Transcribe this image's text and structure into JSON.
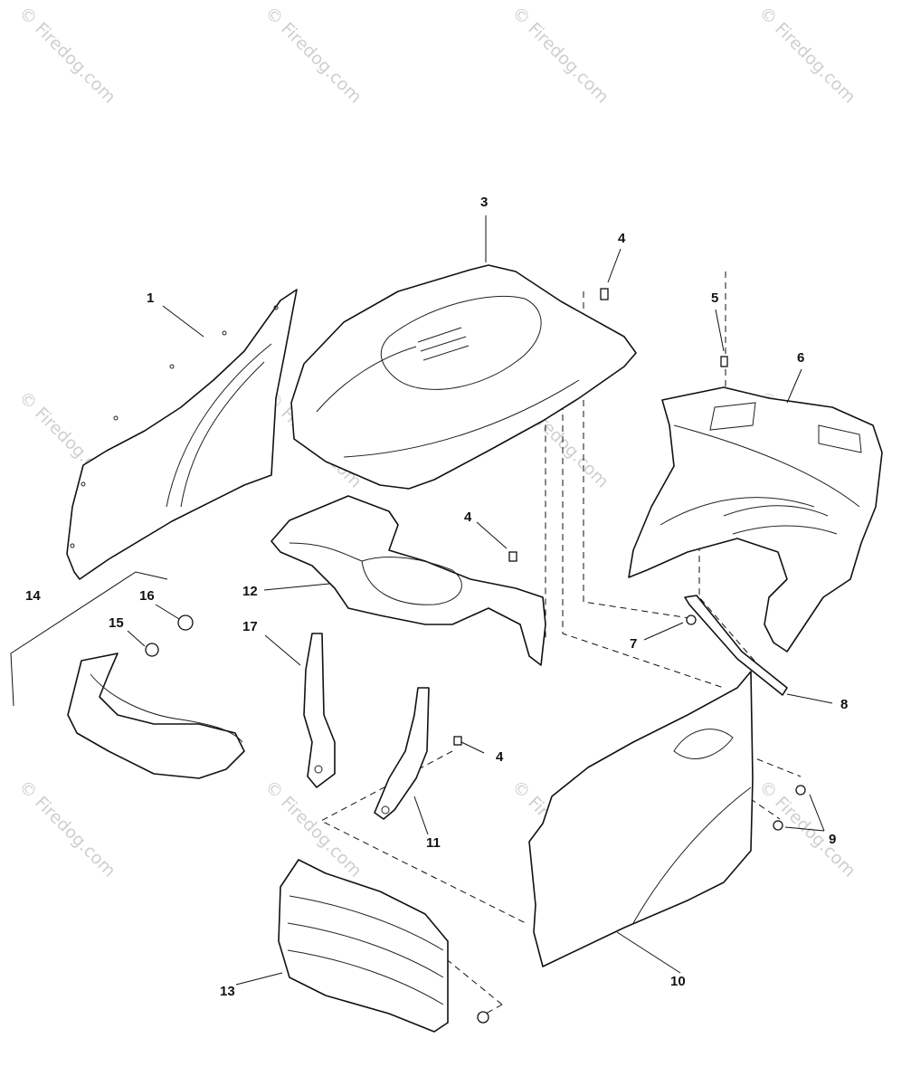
{
  "watermark": {
    "text": "© Firedog.com"
  },
  "callouts": {
    "c1": "1",
    "c3": "3",
    "c4a": "4",
    "c4b": "4",
    "c4c": "4",
    "c5": "5",
    "c6": "6",
    "c7": "7",
    "c8": "8",
    "c9": "9",
    "c10": "10",
    "c11": "11",
    "c12": "12",
    "c13": "13",
    "c14": "14",
    "c15": "15",
    "c16": "16",
    "c17": "17"
  }
}
